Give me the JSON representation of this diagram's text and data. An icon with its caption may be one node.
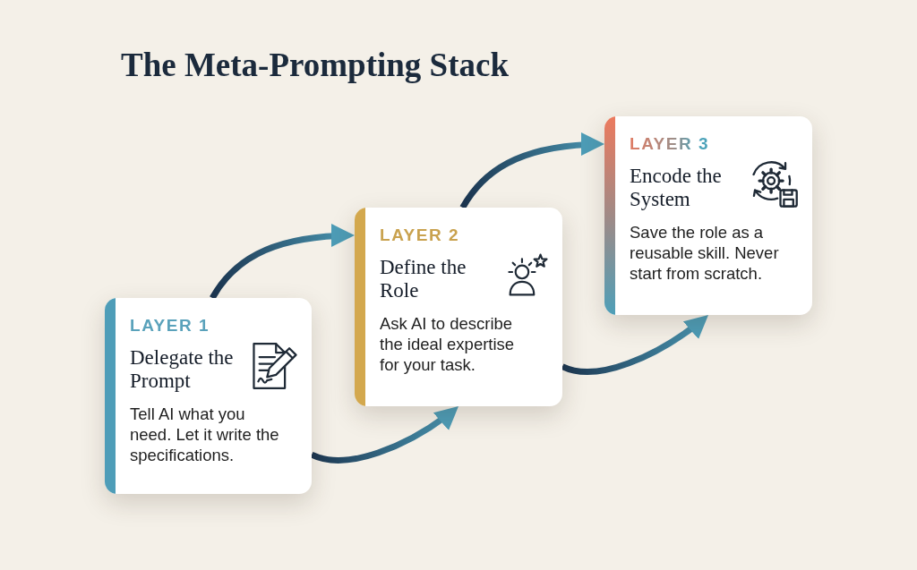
{
  "diagram": {
    "title": "The Meta-Prompting Stack",
    "nodes": [
      {
        "text": [
          "LAYER 1",
          "Delegate the Prompt",
          "Tell AI what you need. Let it write the specifications."
        ]
      },
      {
        "text": [
          "LAYER 2",
          "Define the Role",
          "Ask AI to describe the ideal expertise for your task."
        ]
      },
      {
        "text": [
          "LAYER 3",
          "Encode the System",
          "Save the role as a reusable skill. Never start from scratch."
        ]
      }
    ],
    "edges": [
      {
        "from": 0,
        "to": 1,
        "arrow": "to"
      },
      {
        "from": 0,
        "to": 1,
        "arrow": "to"
      },
      {
        "from": 1,
        "to": 2,
        "arrow": "to"
      },
      {
        "from": 1,
        "to": 2,
        "arrow": "to"
      }
    ]
  }
}
